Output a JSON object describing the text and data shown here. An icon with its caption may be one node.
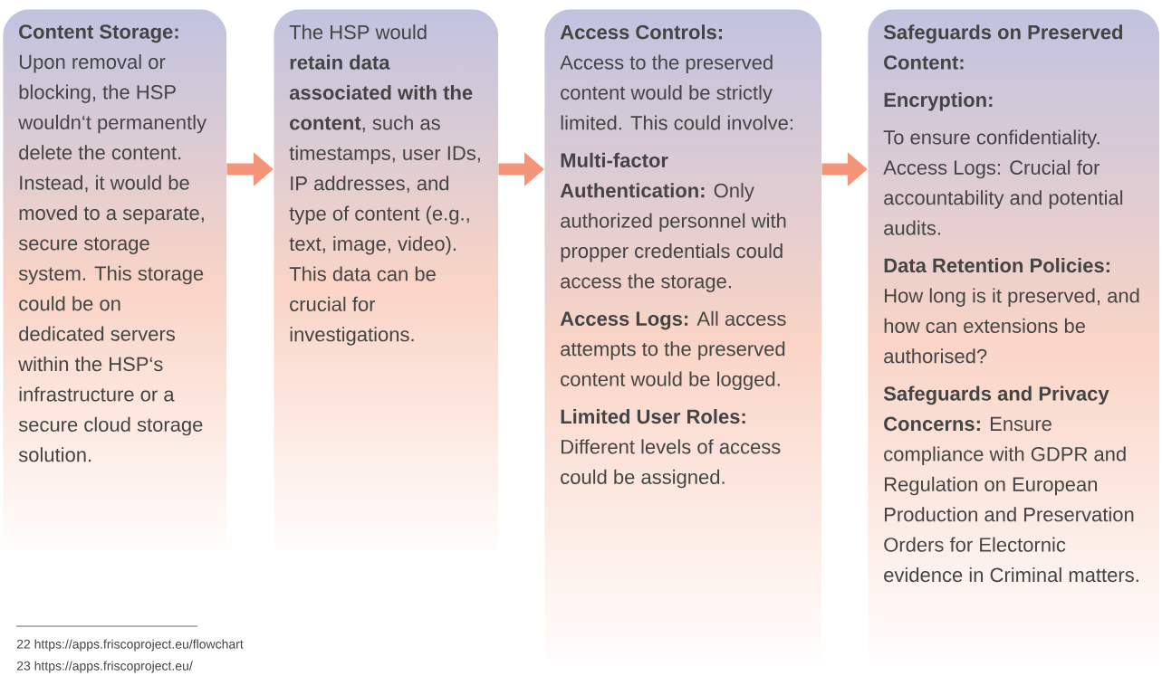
{
  "diagram": {
    "nodes": [
      {
        "text": [
          "Content Storage:",
          "Upon removal or blocking, the HSP wouldn‘t permanently delete the content. Instead, it would be moved to a separate, secure storage system. This storage could be on dedicated servers within the HSP‘s infrastructure or a secure cloud storage solution."
        ]
      },
      {
        "text": [
          "The HSP would **retain data associated with the content**, such as timestamps, user IDs, IP addresses, and type of content (e.g., text, image, video).",
          "This data can be crucial for investigations."
        ]
      },
      {
        "text": [
          "Access Controls:",
          "Access to the preserved content would be strictly limited. This could involve:",
          "**Multi-factor Authentication:** Only authorized personnel with propper credentials could access the storage.",
          "**Access Logs:** All access attempts to the preserved content would be logged.",
          "**Limited User Roles:** Different levels of access could be assigned."
        ]
      },
      {
        "text": [
          "Safeguards on Preserved Content:",
          "Encryption:",
          "To ensure confidentiality. Access Logs: Crucial for accountability and potential audits.",
          "**Data Retention Policies:** How long is it preserved, and how can extensions be authorised?",
          "**Safeguards and Privacy Concerns:** Ensure compliance with GDPR and Regulation on European Production and Preservation Orders for Electornic evidence in Criminal matters."
        ]
      }
    ],
    "edges": [
      {
        "from": 0,
        "to": 1,
        "arrow": "to"
      },
      {
        "from": 1,
        "to": 2,
        "arrow": "to"
      },
      {
        "from": 2,
        "to": 3,
        "arrow": "to"
      }
    ],
    "labels": [
      "22 https://apps.friscoproject.eu/flowchart",
      "23 https://apps.friscoproject.eu/"
    ]
  }
}
